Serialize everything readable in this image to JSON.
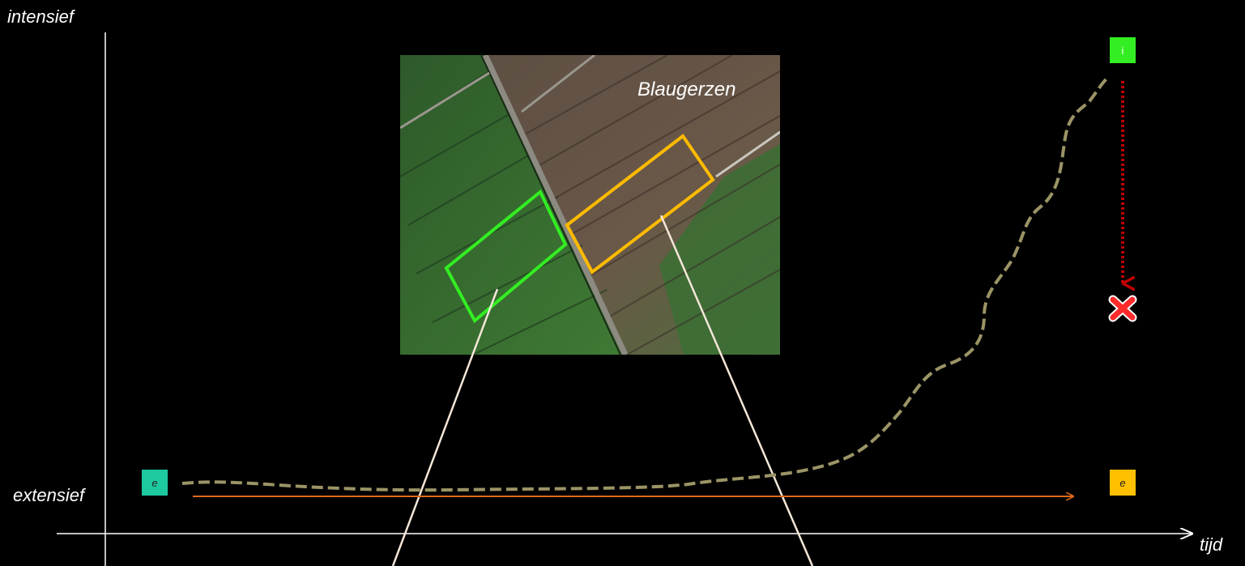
{
  "axes": {
    "y_top_label": "intensief",
    "y_bottom_label": "extensief",
    "x_label": "tijd"
  },
  "photo": {
    "title": "Blaugerzen"
  },
  "markers": {
    "start_extensive": {
      "text": "e",
      "color": "#1ec9a0"
    },
    "end_extensive": {
      "text": "e",
      "color": "#ffc000"
    },
    "end_intensive": {
      "text": "i",
      "color": "#33ee22"
    }
  },
  "colors": {
    "dashed_path": "#9b9466",
    "extensive_arrow": "#e0691a",
    "down_arrow": "#c00000",
    "cross": "#ff2a2a",
    "green_field": "#33ee22",
    "orange_field": "#ffbb00",
    "pointer_lines": "#f4e6d8"
  },
  "icons": {
    "cross": "x-mark-icon"
  }
}
